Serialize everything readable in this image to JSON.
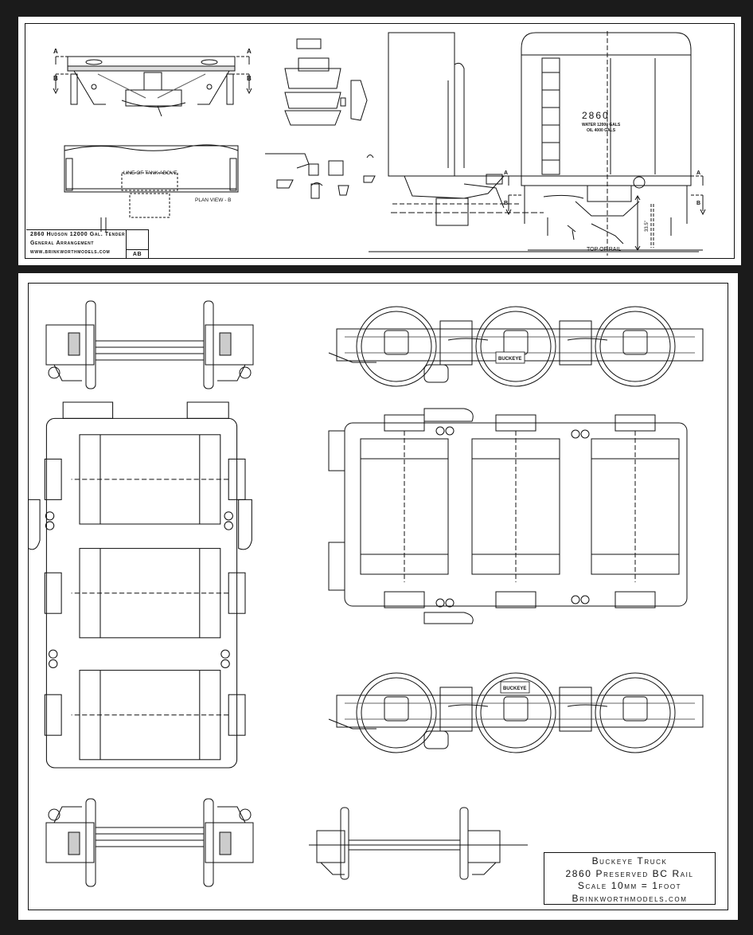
{
  "top_sheet": {
    "section_markers": [
      "A",
      "B",
      "A",
      "B"
    ],
    "plan_label": "PLAN VIEW - B",
    "tank_label": "LINE OF TANK ABOVE",
    "tender_number": "2860",
    "water_label": "WATER 12000 GALS",
    "oil_label": "OIL 4000 GALS",
    "top_of_rail_label": "TOP OF RAIL",
    "dimension_label": "33.5\"",
    "title_block": {
      "line1": "2860 Hudson 12000 Gal. Tender",
      "line2": "General Arrangement",
      "line3": "www.brinkworthmodels.com",
      "revision": "AB"
    }
  },
  "bottom_sheet": {
    "truck_plate_top": "BUCKEYE",
    "truck_plate_bottom": "BUCKEYE",
    "title_block": {
      "line1": "Buckeye Truck",
      "line2": "2860 Preserved BC Rail",
      "line3": "Scale 10mm = 1foot",
      "line4": "Brinkworthmodels.com"
    }
  }
}
